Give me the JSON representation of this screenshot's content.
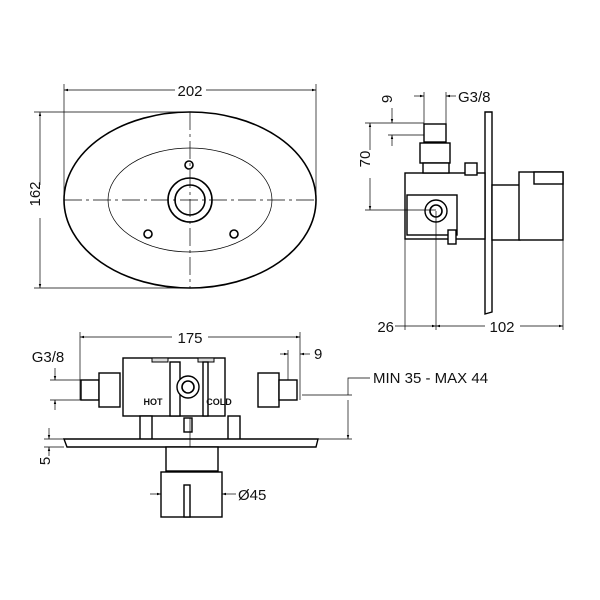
{
  "front_view": {
    "width_dim": "202",
    "height_dim": "162"
  },
  "side_view": {
    "thread_dim": "G3/8",
    "offset_dim": "9",
    "height_dim": "70",
    "depth_dim_a": "26",
    "depth_dim_b": "102"
  },
  "bottom_view": {
    "width_dim": "175",
    "thread_dim": "G3/8",
    "offset_dim": "9",
    "wall_range": "MIN 35 - MAX 44",
    "plate_dim": "5",
    "knob_diameter": "Ø45",
    "label_hot": "HOT",
    "label_cold": "COLD"
  }
}
